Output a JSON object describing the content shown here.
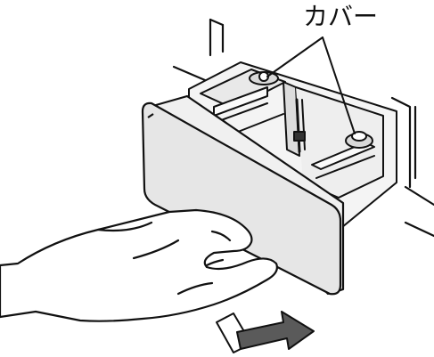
{
  "callout": {
    "label": "カバー",
    "targets": [
      "left-cover",
      "right-cover"
    ]
  },
  "illustration": {
    "subject": "detergent-drawer-with-covers-being-pulled-by-hand",
    "arrow": "pull-direction"
  },
  "colors": {
    "line": "#111111",
    "drawer_face": "#e6e6e6",
    "drawer_body": "#f2f2f2",
    "cover": "#d9d9d9",
    "arrow_front": "#5a5a5a",
    "arrow_back": "#ffffff",
    "hand": "#ffffff"
  }
}
